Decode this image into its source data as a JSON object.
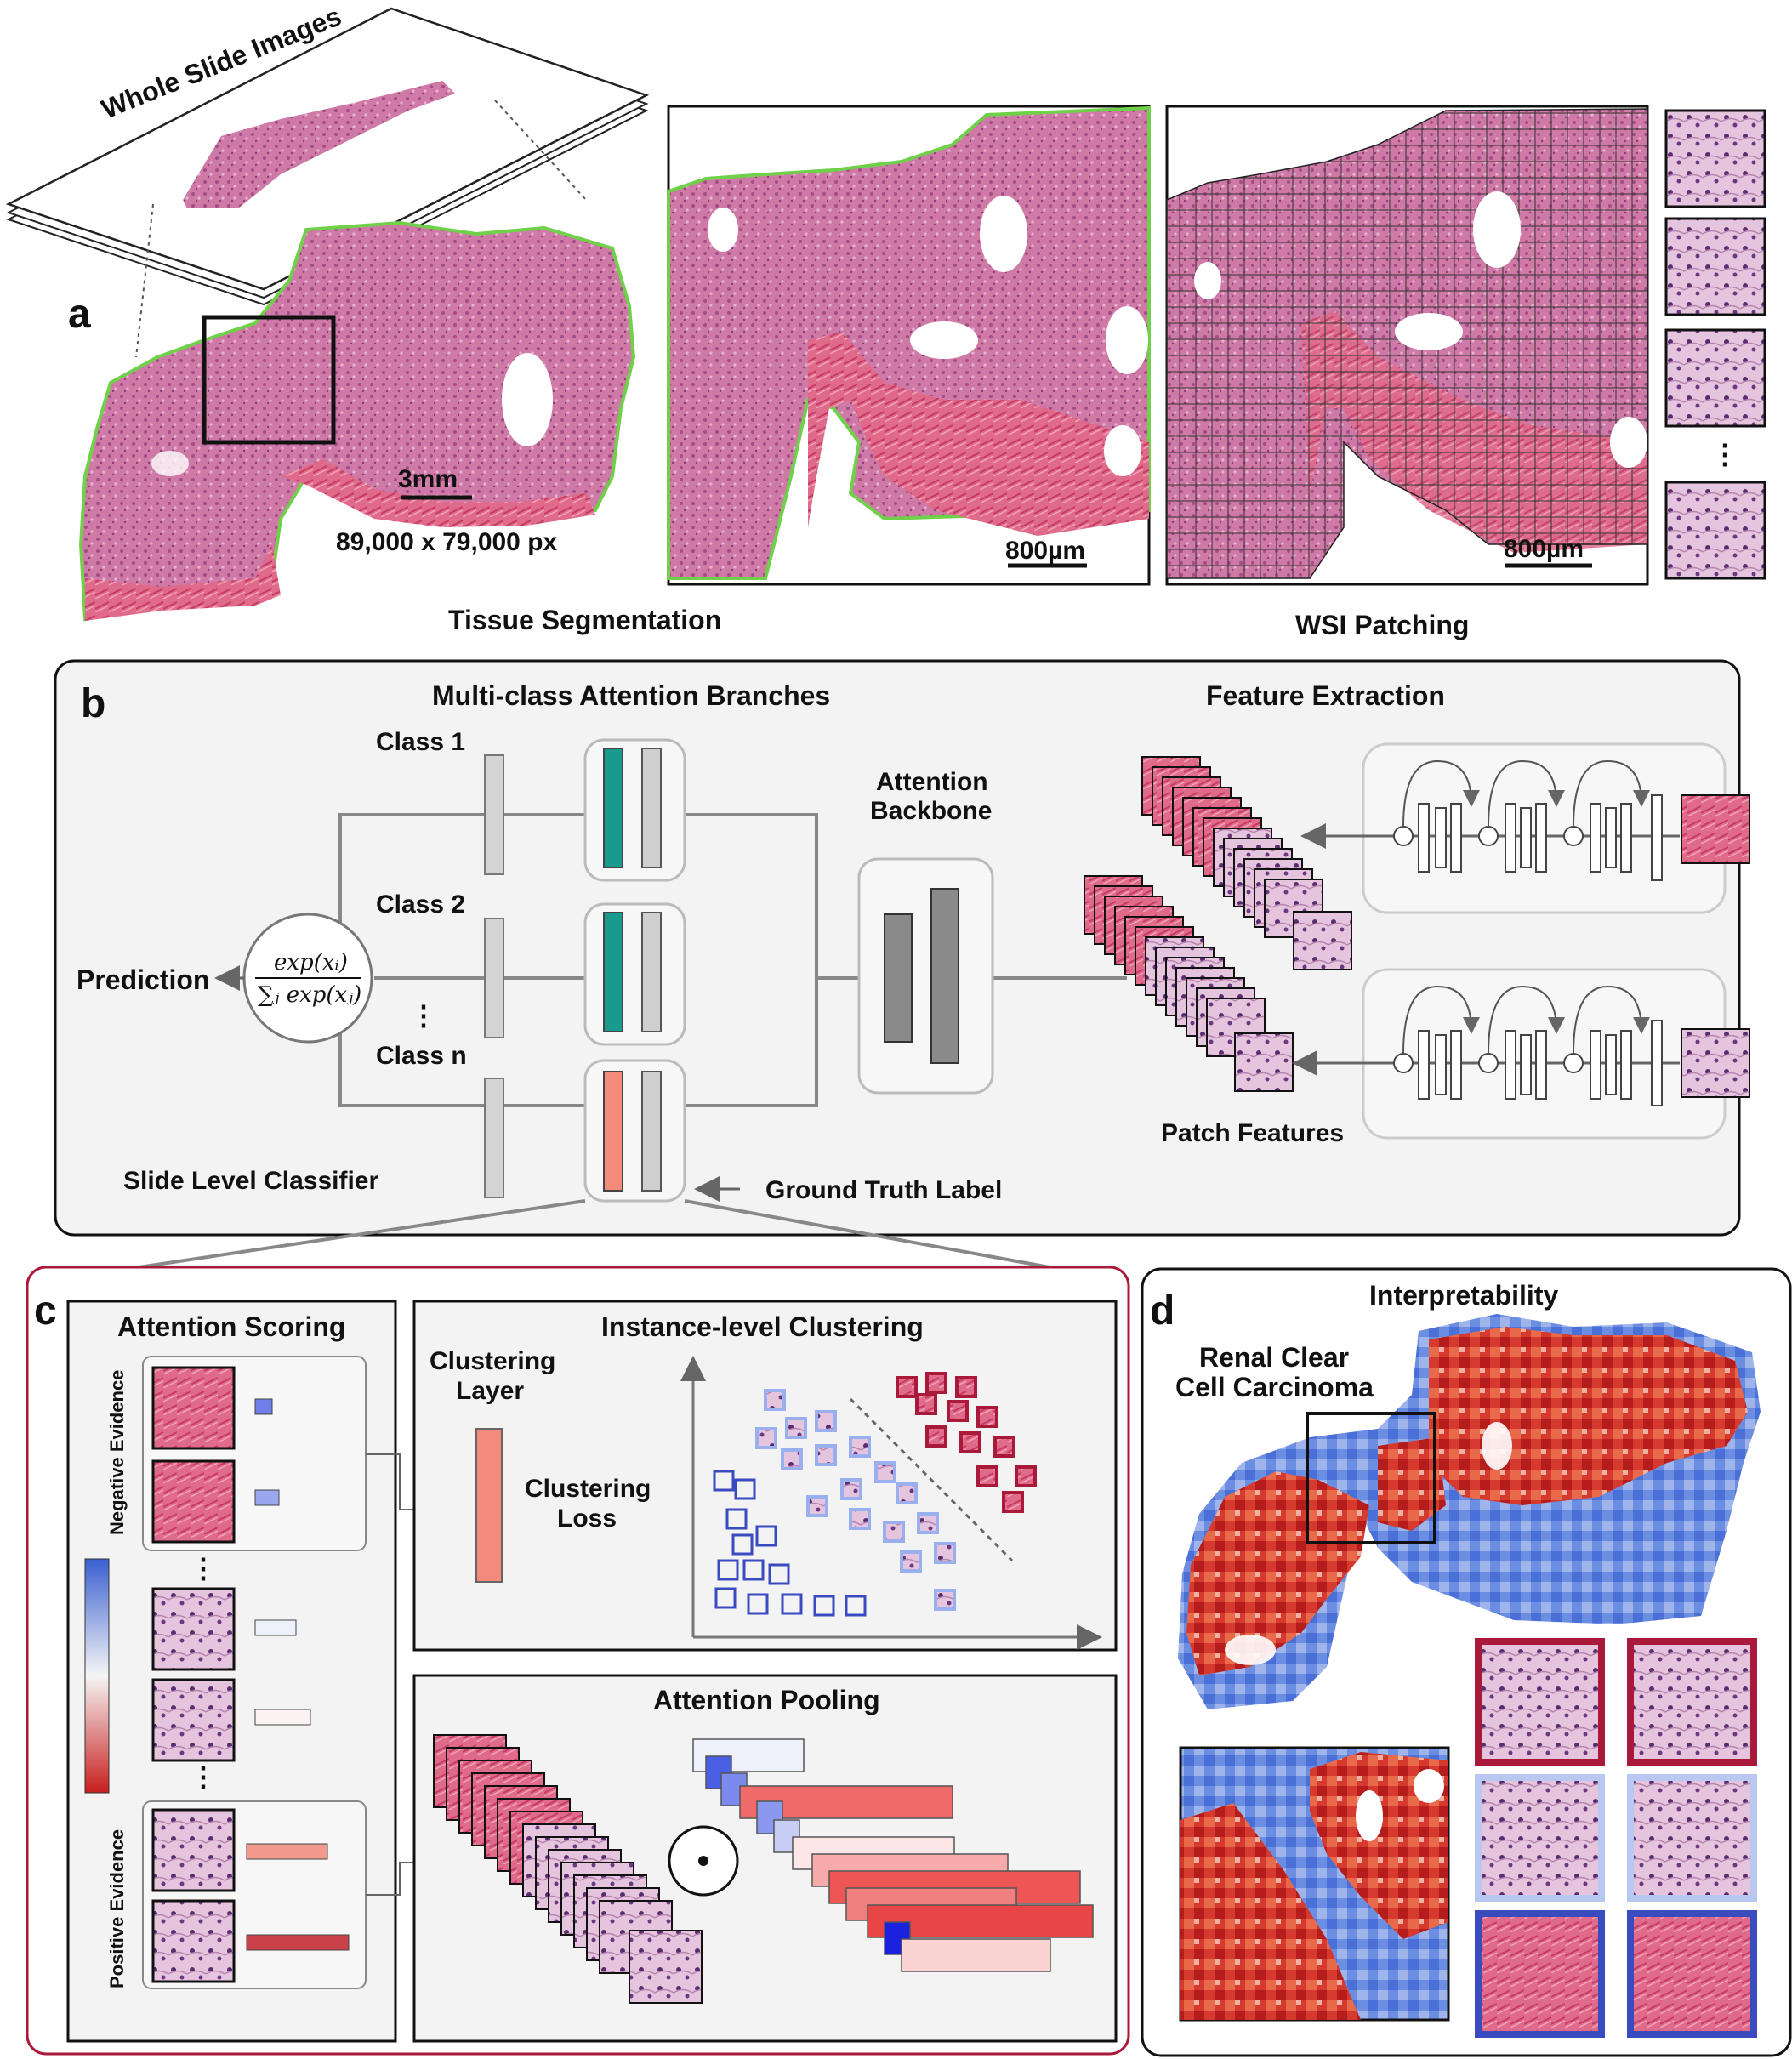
{
  "panel_a": {
    "letter": "a",
    "slides_label": "Whole Slide Images",
    "scale_label": "3mm",
    "dims_label": "89,000 x 79,000 px",
    "seg_scale": "800µm",
    "patch_scale": "800µm",
    "seg_caption": "Tissue Segmentation",
    "patch_caption": "WSI Patching",
    "ellipsis": "⋮"
  },
  "panel_b": {
    "letter": "b",
    "branches_title": "Multi-class Attention Branches",
    "feature_title": "Feature Extraction",
    "class1": "Class 1",
    "class2": "Class 2",
    "classn": "Class n",
    "vdots": "⋮",
    "backbone_l1": "Attention",
    "backbone_l2": "Backbone",
    "prediction": "Prediction",
    "softmax_num": "exp(xᵢ)",
    "softmax_den": "∑ⱼ exp(xⱼ)",
    "slide_classifier": "Slide Level Classifier",
    "gt_label": "Ground Truth Label",
    "patch_features": "Patch Features"
  },
  "panel_c": {
    "letter": "c",
    "attn_scoring": "Attention Scoring",
    "neg_evidence": "Negative Evidence",
    "pos_evidence": "Positive Evidence",
    "inst_clustering": "Instance-level Clustering",
    "clust_layer_l1": "Clustering",
    "clust_layer_l2": "Layer",
    "clust_loss_l1": "Clustering",
    "clust_loss_l2": "Loss",
    "attn_pooling": "Attention Pooling",
    "vdots": "⋮"
  },
  "panel_d": {
    "letter": "d",
    "title": "Interpretability",
    "label_l1": "Renal Clear",
    "label_l2": "Cell Carcinoma"
  },
  "colors": {
    "tissue_pink": "#d46a9a",
    "tissue_light": "#e3a6c8",
    "stroma_red": "#d8456a",
    "outline_green": "#6fd04a",
    "teal": "#1a9a8c",
    "salmon": "#f48a7c",
    "gray_box": "#c9c9c9",
    "panel_bg": "#f3f3f3",
    "dark_red": "#a8193a",
    "heat_red": "#d62728",
    "heat_blue": "#3a5fd0"
  }
}
